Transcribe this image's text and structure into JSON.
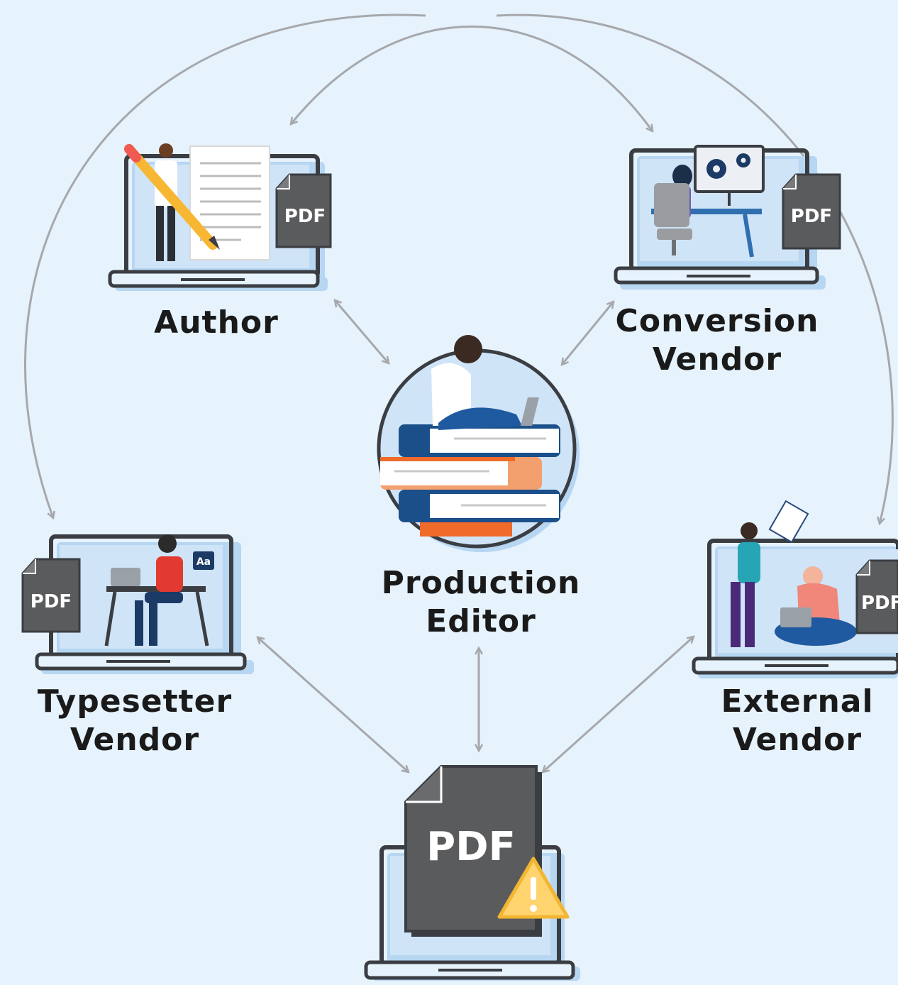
{
  "pdf_label": "PDF",
  "aa_badge": "Aa",
  "nodes": {
    "author": {
      "line1": "Author"
    },
    "conversion_vendor": {
      "line1": "Conversion",
      "line2": "Vendor"
    },
    "production_editor": {
      "line1": "Production",
      "line2": "Editor"
    },
    "typesetter_vendor": {
      "line1": "Typesetter",
      "line2": "Vendor"
    },
    "external_vendor": {
      "line1": "External",
      "line2": "Vendor"
    }
  },
  "colors": {
    "background": "#e6f2fc",
    "laptop_frame": "#3a3d42",
    "screen": "#b6d6f2",
    "pdf_doc": "#5a5b5d",
    "arrow": "#a6a8ab",
    "warning": "#ffd36e",
    "book_orange": "#f06a2a",
    "book_blue": "#1b4f8a"
  }
}
